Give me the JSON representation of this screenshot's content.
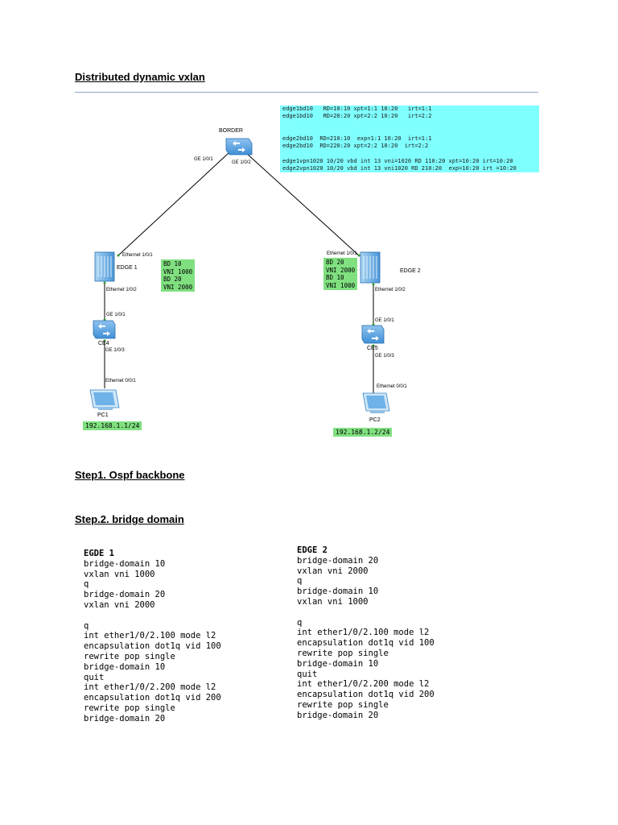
{
  "title": "Distributed dynamic vxlan",
  "config_box": {
    "lines": [
      "edge1bd10   RD=10:10 xpt=1:1 10:20   irt=1:1",
      "edge1bd10   RD=20:20 xpt=2:2 10:20   irt=2:2",
      "",
      "",
      "edge2bd10  RD=210:10  exp=1:1 10:20  irt=1:1",
      "edge2bd10  RD=220:20 xpt=2:2 10:20  irt=2:2",
      "",
      "edge1vpn1020 10/20 vbd int 13 vni=1020 RD 110:20 xpt=10:20 irt=10:20",
      "edge2vpn1020 10/20 vbd int 13 vni1020 RD 210:20  exp=10:20 irt =10:20"
    ]
  },
  "topology": {
    "border_label": "BORDER",
    "border_port_left": "GE 1/0/1",
    "border_port_right": "GE 1/0/2",
    "edge1_label": "EDGE 1",
    "edge1_uplink": "Ethernet 1/0/1",
    "edge1_downlink": "Ethernet 1/0/2",
    "edge2_label": "EDGE 2",
    "edge2_uplink": "Ethernet 1/0/1",
    "edge2_downlink": "Ethernet 1/0/2",
    "ce4_label": "CE4",
    "ce4_up": "GE 1/0/1",
    "ce4_down": "GE 1/0/3",
    "ce5_label": "CE5",
    "ce5_up": "GE 1/0/1",
    "ce5_down": "GE 1/0/3",
    "pc1_label": "PC1",
    "pc1_port": "Ethernet 0/0/1",
    "pc2_label": "PC2",
    "pc2_port": "Ethernet 0/0/1",
    "edge1_bd": "BD 10\nVNI 1000\nBD 20\nVNI 2000",
    "edge2_bd": "BD 20\nVNI 2000\nBD 10\nVNI 1000",
    "pc1_ip": "192.168.1.1/24",
    "pc2_ip": "192.168.1.2/24"
  },
  "step1": "Step1. Ospf backbone",
  "step2": "Step.2. bridge domain",
  "edge1_code": {
    "title": "EGDE 1",
    "body": "bridge-domain 10\nvxlan vni 1000\nq\nbridge-domain 20\nvxlan vni 2000\n\nq\nint ether1/0/2.100 mode l2\nencapsulation dot1q vid 100\nrewrite pop single\nbridge-domain 10\nquit\nint ether1/0/2.200 mode l2\nencapsulation dot1q vid 200\nrewrite pop single\nbridge-domain 20"
  },
  "edge2_code": {
    "title": "EDGE 2",
    "body": "bridge-domain 20\nvxlan vni 2000\nq\nbridge-domain 10\nvxlan vni 1000\n\nq\nint ether1/0/2.100 mode l2\nencapsulation dot1q vid 100\nrewrite pop single\nbridge-domain 10\nquit\nint ether1/0/2.200 mode l2\nencapsulation dot1q vid 200\nrewrite pop single\nbridge-domain 20"
  }
}
